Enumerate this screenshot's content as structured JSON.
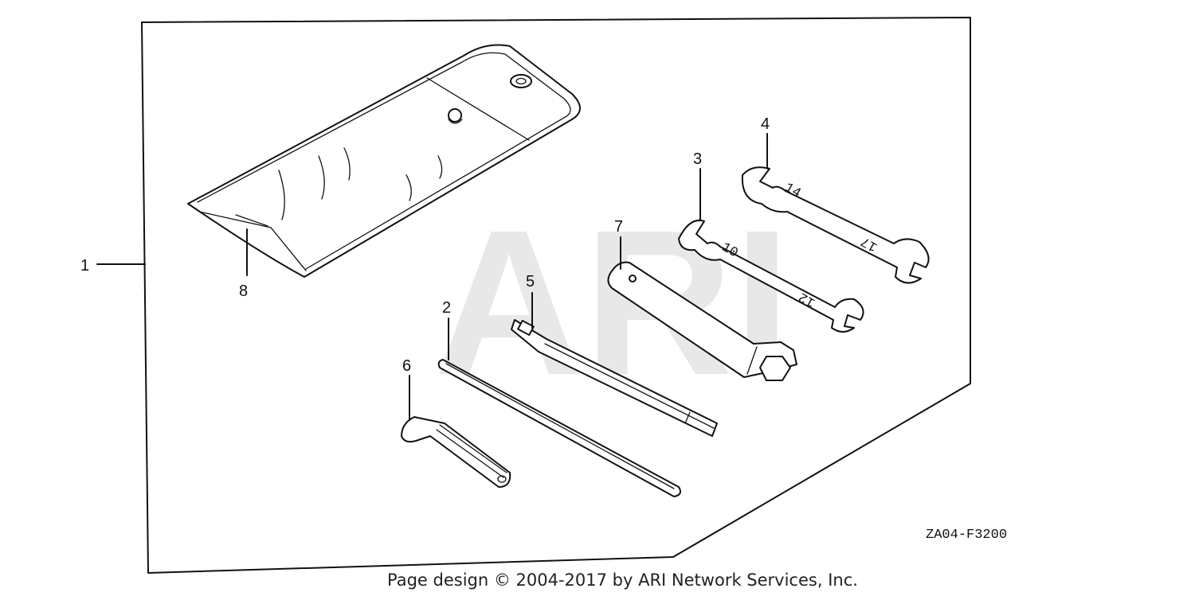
{
  "callouts": {
    "c1": "1",
    "c2": "2",
    "c3": "3",
    "c4": "4",
    "c5": "5",
    "c6": "6",
    "c7": "7",
    "c8": "8"
  },
  "wrench_marks": {
    "w3_small": "10",
    "w3_large": "12",
    "w4_small": "14",
    "w4_large": "17"
  },
  "figure_code": "ZA04-F3200",
  "watermark": "ARI",
  "footer": "Page design © 2004-2017 by ARI Network Services, Inc."
}
